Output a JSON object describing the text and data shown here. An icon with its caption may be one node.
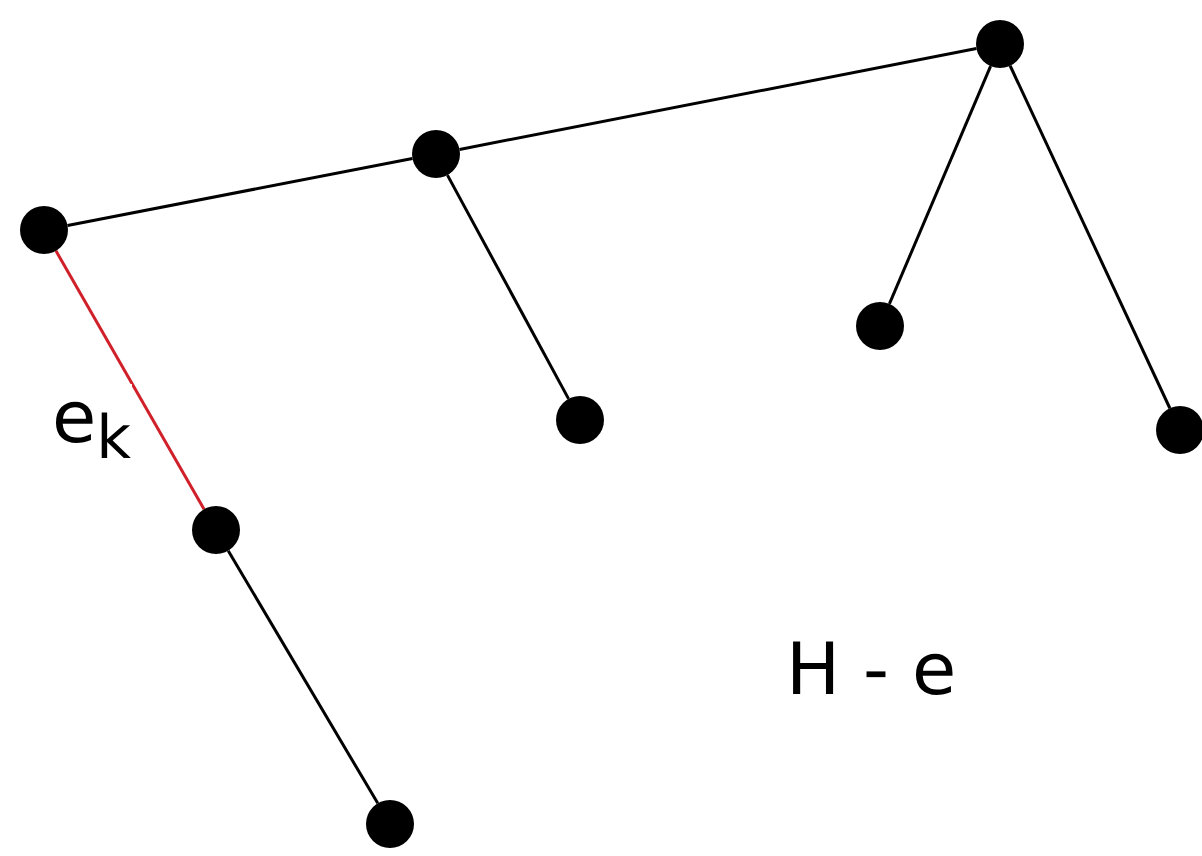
{
  "diagram": {
    "nodes": [
      {
        "text": [],
        "shape": "circle"
      },
      {
        "text": [],
        "shape": "circle"
      },
      {
        "text": [],
        "shape": "circle"
      },
      {
        "text": [],
        "shape": "circle"
      },
      {
        "text": [],
        "shape": "circle"
      },
      {
        "text": [],
        "shape": "circle"
      },
      {
        "text": [],
        "shape": "circle"
      },
      {
        "text": [],
        "shape": "circle"
      }
    ],
    "edges": [
      {
        "from": 0,
        "to": 3,
        "arrow": "none"
      },
      {
        "from": 3,
        "to": 6,
        "arrow": "none"
      },
      {
        "from": 3,
        "to": 4,
        "arrow": "none"
      },
      {
        "from": 6,
        "to": 5,
        "arrow": "none"
      },
      {
        "from": 6,
        "to": 7,
        "arrow": "none"
      },
      {
        "from": 0,
        "to": 1,
        "arrow": "none",
        "label": "e$_{k}$",
        "color": "#d0202a"
      },
      {
        "from": 1,
        "to": 2,
        "arrow": "none"
      }
    ],
    "labels": [
      "H - e"
    ]
  }
}
